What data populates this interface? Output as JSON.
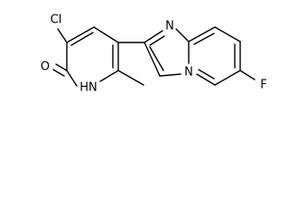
{
  "molecule": {
    "atoms": {
      "chlorine": "Cl",
      "carbonyl_oxygen": "O",
      "pyridone_nh": "HN",
      "imidazole_n": "N",
      "bridgehead_n": "N",
      "fluorine": "F"
    },
    "colors": {
      "bond": "#000000",
      "label": "#000000",
      "background": "#ffffff"
    }
  }
}
